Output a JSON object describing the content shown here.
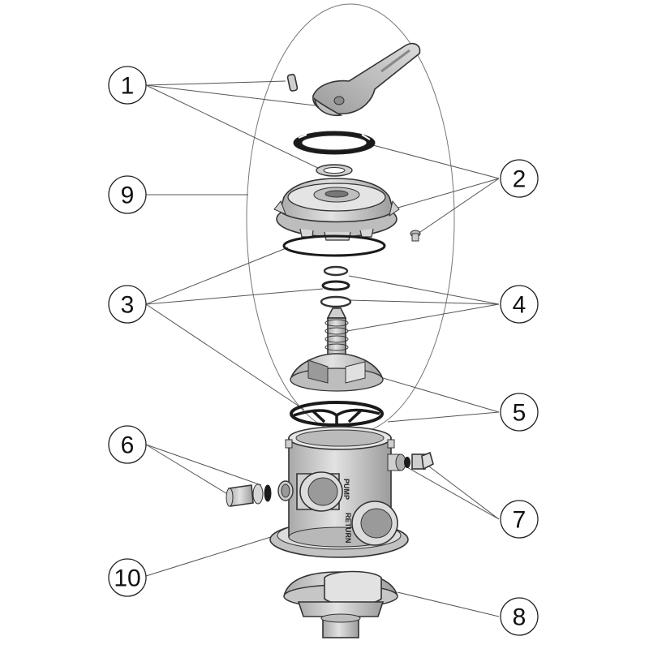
{
  "callouts": [
    {
      "id": "1",
      "label": "1"
    },
    {
      "id": "2",
      "label": "2"
    },
    {
      "id": "3",
      "label": "3"
    },
    {
      "id": "4",
      "label": "4"
    },
    {
      "id": "5",
      "label": "5"
    },
    {
      "id": "6",
      "label": "6"
    },
    {
      "id": "7",
      "label": "7"
    },
    {
      "id": "8",
      "label": "8"
    },
    {
      "id": "9",
      "label": "9"
    },
    {
      "id": "10",
      "label": "10"
    }
  ],
  "body_stamps": {
    "pump": "PUMP",
    "return": "RETURN"
  },
  "colors": {
    "part_fill": "#d6d6d6",
    "part_shade": "#b3b3b3",
    "part_dark": "#8c8c8c",
    "gasket": "#1a1a1a"
  }
}
